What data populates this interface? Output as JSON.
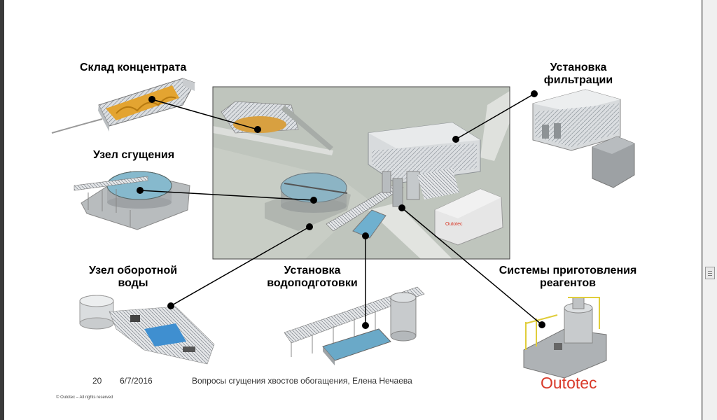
{
  "labels": {
    "concentrate_storage": "Склад концентрата",
    "thickening_unit": "Узел сгущения",
    "recycle_water_line1": "Узел оборотной",
    "recycle_water_line2": "воды",
    "water_treatment_line1": "Установка",
    "water_treatment_line2": "водоподготовки",
    "filtration_line1": "Установка",
    "filtration_line2": "фильтрации",
    "reagents_line1": "Системы приготовления",
    "reagents_line2": "реагентов"
  },
  "footer": {
    "page_number": "20",
    "date": "6/7/2016",
    "title": "Вопросы сгущения хвостов обогащения, Елена Нечаева",
    "copyright": "© Outotec – All rights reserved"
  },
  "logo_text": "Outotec",
  "colors": {
    "accent": "#d93a2a",
    "connector": "#000000",
    "concentrate": "#e0a43a",
    "water": "#7fb6cc"
  }
}
